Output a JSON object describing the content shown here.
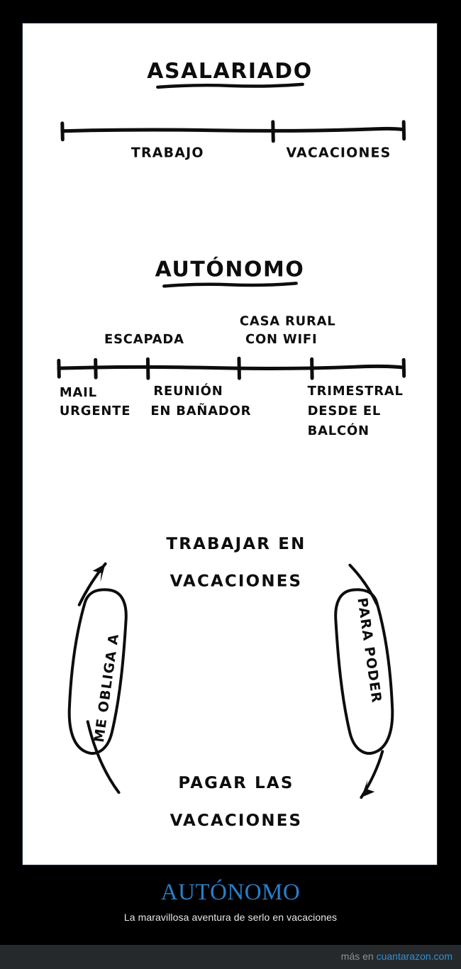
{
  "panel": {
    "sections": [
      {
        "id": "asalariado",
        "heading": "ASALARIADO",
        "timeline": {
          "labels_below": [
            "TRABAJO",
            "VACACIONES"
          ],
          "labels_above": [],
          "segments": 2,
          "tick_count": 3
        }
      },
      {
        "id": "autonomo",
        "heading": "AUTÓNOMO",
        "timeline": {
          "labels_above": [
            "ESCAPADA",
            "CASA RURAL",
            "CON WIFI"
          ],
          "labels_below": [
            "MAIL",
            "URGENTE",
            "REUNIÓN",
            "EN BAÑADOR",
            "TRIMESTRAL",
            "DESDE EL",
            "BALCÓN"
          ],
          "tick_count": 6
        }
      }
    ],
    "cycle": {
      "top_line1": "TRABAJAR EN",
      "top_line2": "VACACIONES",
      "bottom_line1": "PAGAR LAS",
      "bottom_line2": "VACACIONES",
      "left_pill": "ME OBLIGA A",
      "right_pill": "PARA PODER"
    }
  },
  "footer": {
    "title": "AUTÓNOMO",
    "subtitle": "La maravillosa aventura de serlo en vacaciones",
    "source_prefix": "más en ",
    "source_site": "cuantarazon.com"
  },
  "colors": {
    "background": "#000000",
    "panel": "#ffffff",
    "panel_border": "#1b2b45",
    "ink": "#0d0d0d",
    "footer_title": "#2a7fc9",
    "footer_subtitle": "#e8e8e8",
    "bottom_bar": "#26292b",
    "bottom_bar_text": "#8e9295",
    "bottom_bar_link": "#2f8fd6"
  }
}
